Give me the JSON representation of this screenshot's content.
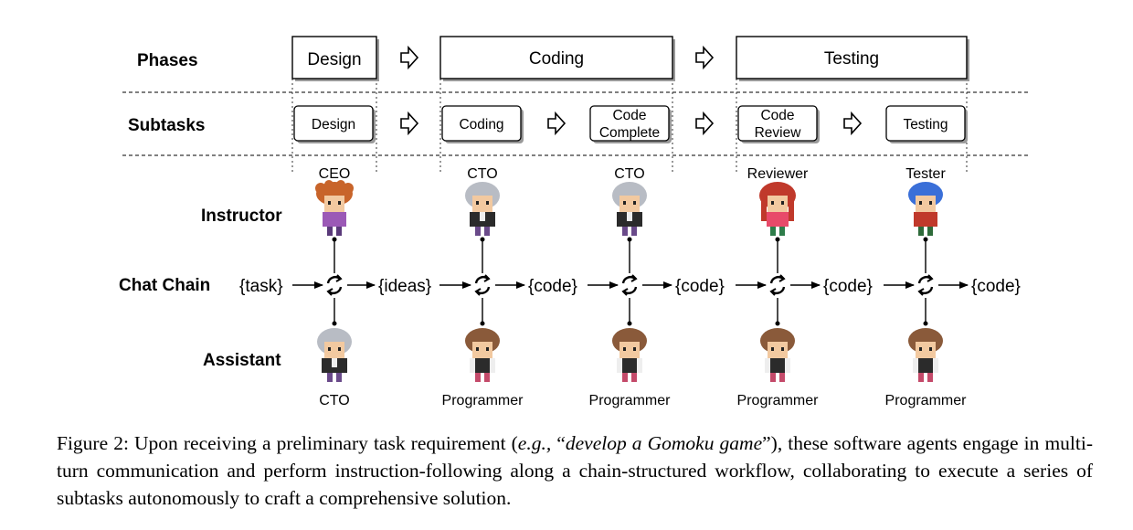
{
  "row_labels": {
    "phases": "Phases",
    "subtasks": "Subtasks",
    "instructor": "Instructor",
    "chat_chain": "Chat Chain",
    "assistant": "Assistant"
  },
  "phases": [
    "Design",
    "Coding",
    "Testing"
  ],
  "subtasks": [
    [
      "Design"
    ],
    [
      "Coding"
    ],
    [
      "Code",
      "Complete"
    ],
    [
      "Code",
      "Review"
    ],
    [
      "Testing"
    ]
  ],
  "instructors": [
    "CEO",
    "CTO",
    "CTO",
    "Reviewer",
    "Tester"
  ],
  "assistants": [
    "CTO",
    "Programmer",
    "Programmer",
    "Programmer",
    "Programmer"
  ],
  "chain_tokens": [
    "{task}",
    "{ideas}",
    "{code}",
    "{code}",
    "{code}",
    "{code}"
  ],
  "caption": {
    "part1": "Figure 2: Upon receiving a preliminary task requirement (",
    "eg": "e.g.,",
    "q_open": " “",
    "quote": "develop a Gomoku game",
    "part2": "”), these software agents engage in multi-turn communication and perform instruction-following along a chain-structured workflow,",
    "line3": "collaborating to execute a series of subtasks autonomously to craft a comprehensive solution."
  },
  "colors": {
    "line": "#000000",
    "box_shadow": "#9a9a9a",
    "ceo_hair": "#c8642a",
    "cto_hair": "#b8bcc4",
    "reviewer_hair": "#c0392b",
    "tester_hair": "#3a6fd8",
    "programmer_hair": "#8a5a3a",
    "skin": "#f2c9a0"
  },
  "icons": {
    "flow_arrow": "hollow-right-arrow-icon",
    "chat_node": "cycle-arrows-icon",
    "agent": "pixel-character-icon"
  }
}
